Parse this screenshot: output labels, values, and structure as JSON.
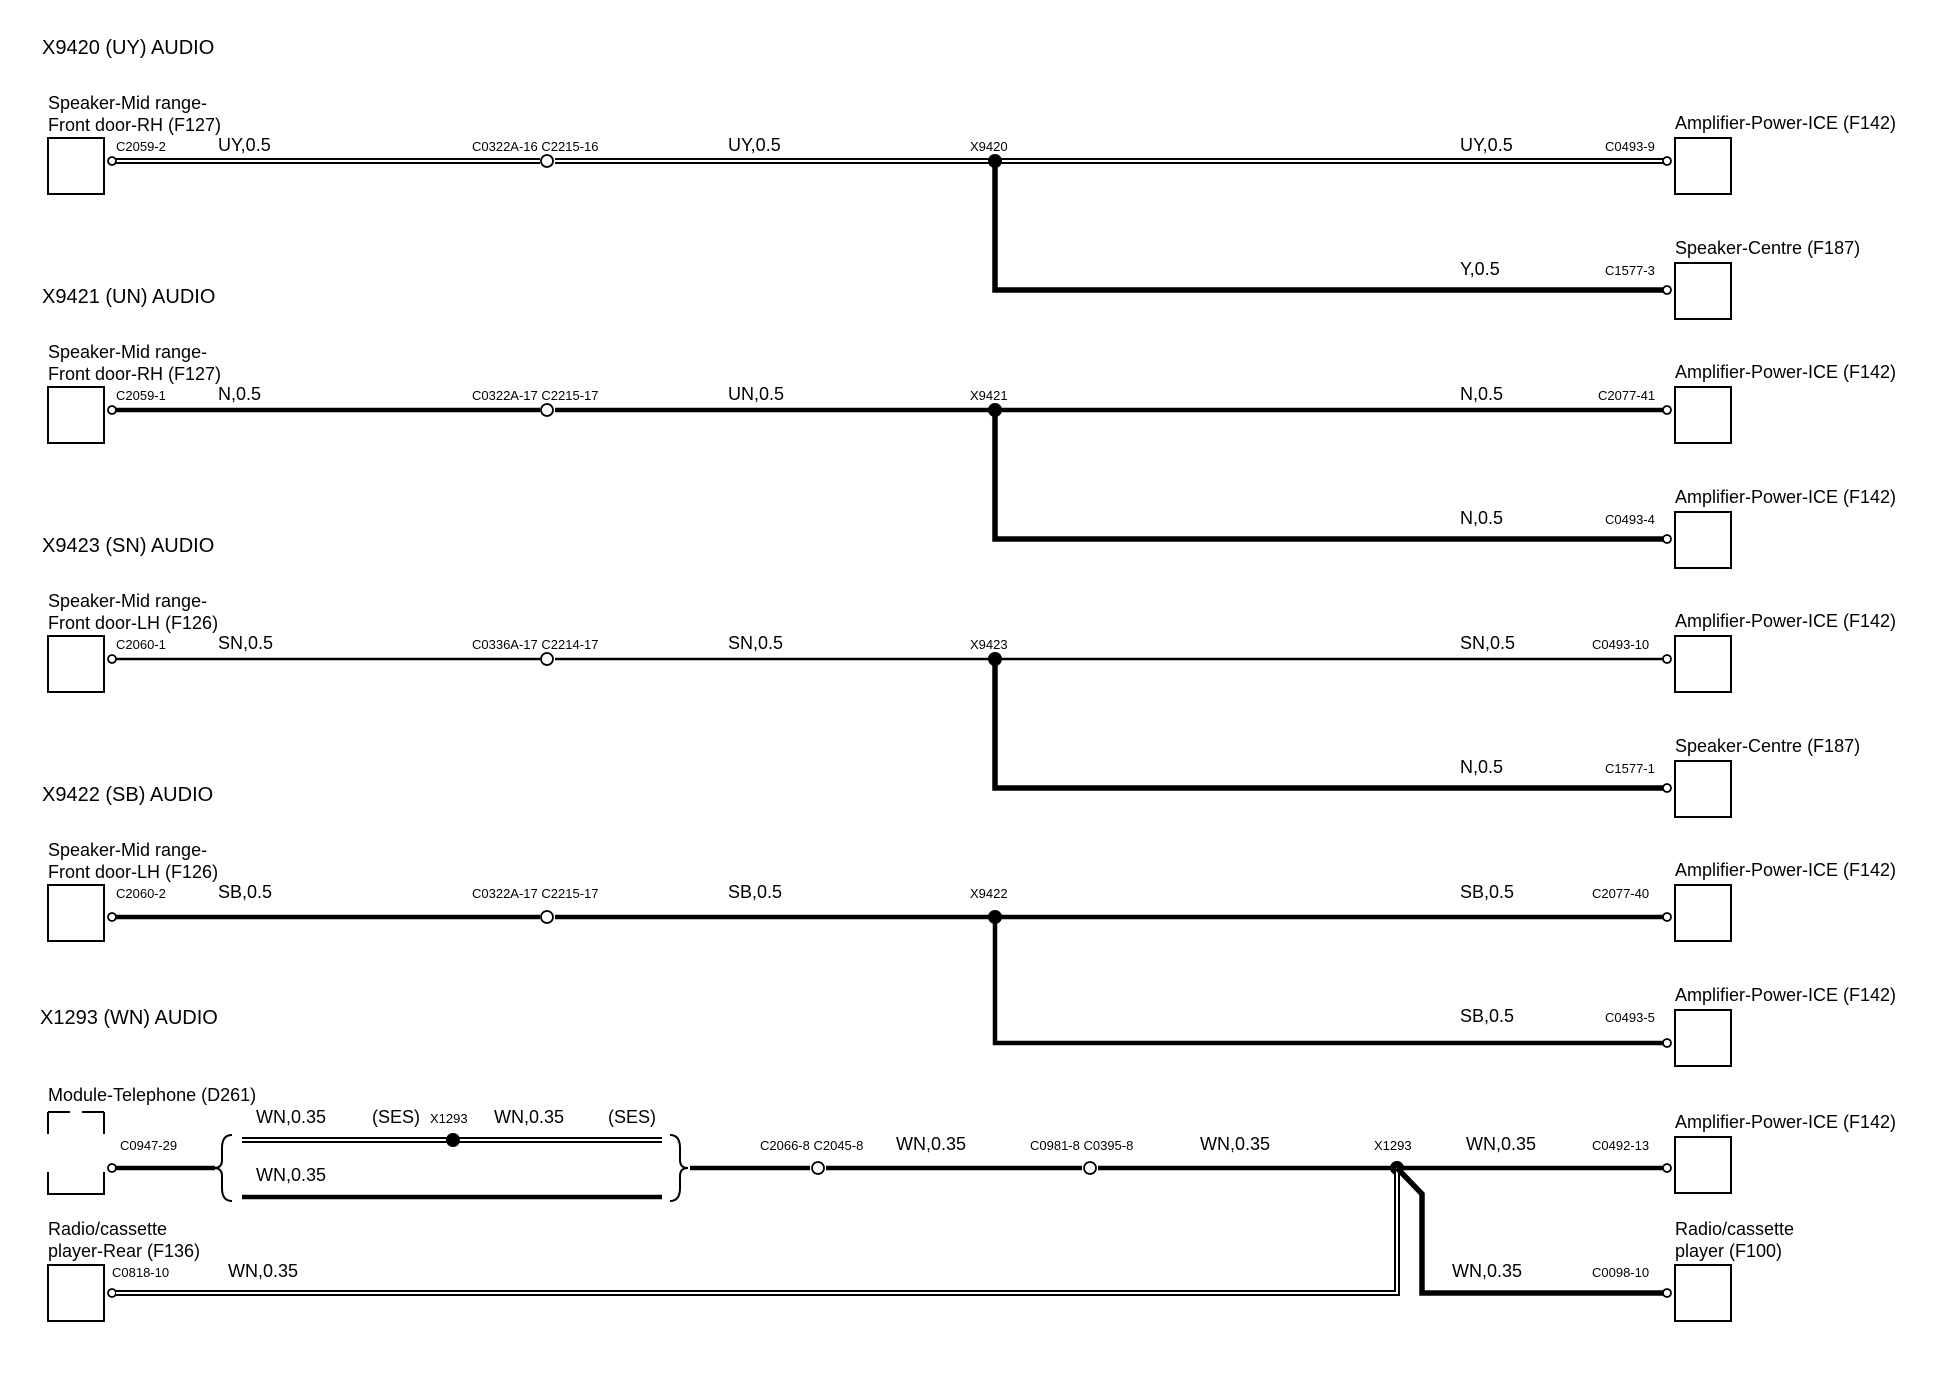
{
  "circuits": [
    {
      "title": "X9420 (UY)  AUDIO",
      "left_comp": [
        "Speaker-Mid range-",
        "Front door-RH (F127)"
      ],
      "left_pin": "C2059-2",
      "wire_a": "UY,0.5",
      "inline_conn": "C0322A-16 C2215-16",
      "wire_b": "UY,0.5",
      "node": "X9420",
      "right_top_wire": "UY,0.5",
      "right_top_pin": "C0493-9",
      "right_top_comp": "Amplifier-Power-ICE (F142)",
      "right_bot_wire": "Y,0.5",
      "right_bot_pin": "C1577-3",
      "right_bot_comp": "Speaker-Centre (F187)"
    },
    {
      "title": "X9421 (UN)  AUDIO",
      "left_comp": [
        "Speaker-Mid range-",
        "Front door-RH (F127)"
      ],
      "left_pin": "C2059-1",
      "wire_a": "N,0.5",
      "inline_conn": "C0322A-17 C2215-17",
      "wire_b": "UN,0.5",
      "node": "X9421",
      "right_top_wire": "N,0.5",
      "right_top_pin": "C2077-41",
      "right_top_comp": "Amplifier-Power-ICE (F142)",
      "right_bot_wire": "N,0.5",
      "right_bot_pin": "C0493-4",
      "right_bot_comp": "Amplifier-Power-ICE (F142)"
    },
    {
      "title": "X9423 (SN)  AUDIO",
      "left_comp": [
        "Speaker-Mid range-",
        "Front door-LH (F126)"
      ],
      "left_pin": "C2060-1",
      "wire_a": "SN,0.5",
      "inline_conn": "C0336A-17 C2214-17",
      "wire_b": "SN,0.5",
      "node": "X9423",
      "right_top_wire": "SN,0.5",
      "right_top_pin": "C0493-10",
      "right_top_comp": "Amplifier-Power-ICE (F142)",
      "right_bot_wire": "N,0.5",
      "right_bot_pin": "C1577-1",
      "right_bot_comp": "Speaker-Centre (F187)"
    },
    {
      "title": "X9422 (SB)  AUDIO",
      "left_comp": [
        "Speaker-Mid range-",
        "Front door-LH (F126)"
      ],
      "left_pin": "C2060-2",
      "wire_a": "SB,0.5",
      "inline_conn": "C0322A-17 C2215-17",
      "wire_b": "SB,0.5",
      "node": "X9422",
      "right_top_wire": "SB,0.5",
      "right_top_pin": "C2077-40",
      "right_top_comp": "Amplifier-Power-ICE (F142)",
      "right_bot_wire": "SB,0.5",
      "right_bot_pin": "C0493-5",
      "right_bot_comp": "Amplifier-Power-ICE (F142)"
    }
  ],
  "circuit5": {
    "title": "X1293 (WN)  AUDIO",
    "tel_comp": "Module-Telephone (D261)",
    "tel_pin": "C0947-29",
    "twist_wire_l": "WN,0.35",
    "ses_l": "(SES)",
    "twist_node": "X1293",
    "twist_wire_r": "WN,0.35",
    "ses_r": "(SES)",
    "twist_wire_low": "WN,0.35",
    "conn_a": "C2066-8 C2045-8",
    "wire_a": "WN,0.35",
    "conn_b": "C0981-8 C0395-8",
    "wire_b": "WN,0.35",
    "node": "X1293",
    "amp_wire": "WN,0.35",
    "amp_pin": "C0492-13",
    "amp_comp": "Amplifier-Power-ICE (F142)",
    "radio_rear_comp": [
      "Radio/cassette",
      "player-Rear (F136)"
    ],
    "radio_rear_pin": "C0818-10",
    "radio_rear_wire": "WN,0.35",
    "radio_wire": "WN,0.35",
    "radio_pin": "C0098-10",
    "radio_comp": [
      "Radio/cassette",
      "player (F100)"
    ]
  }
}
